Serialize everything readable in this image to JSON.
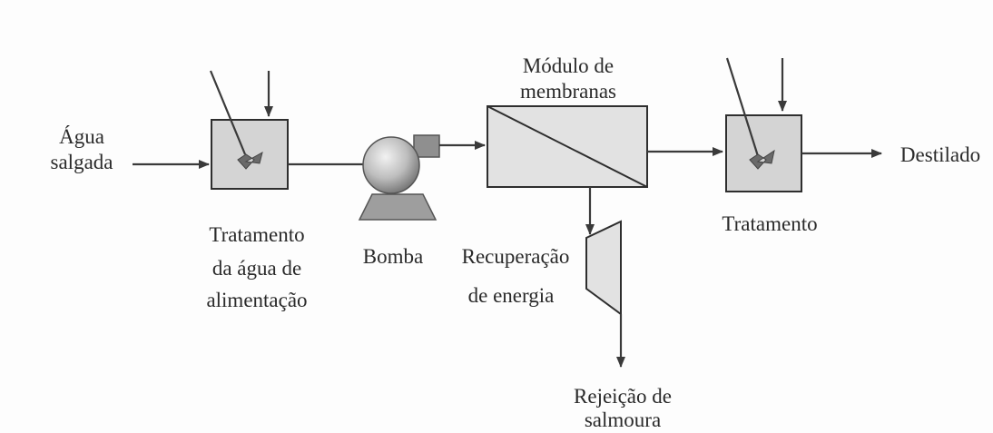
{
  "labels": {
    "feed_line1": "Água",
    "feed_line2": "salgada",
    "pretreat_line1": "Tratamento",
    "pretreat_line2": "da água de",
    "pretreat_line3": "alimentação",
    "pump": "Bomba",
    "membrane_line1": "Módulo de",
    "membrane_line2": "membranas",
    "energy_line1": "Recuperação",
    "energy_line2": "de energia",
    "brine_line1": "Rejeição de",
    "brine_line2": "salmoura",
    "posttreat": "Tratamento",
    "product": "Destilado"
  },
  "colors": {
    "line": "#3a3a3a",
    "box_fill": "#d4d4d4",
    "pump_body": "#bdbdbd",
    "text": "#2a2a2a"
  }
}
